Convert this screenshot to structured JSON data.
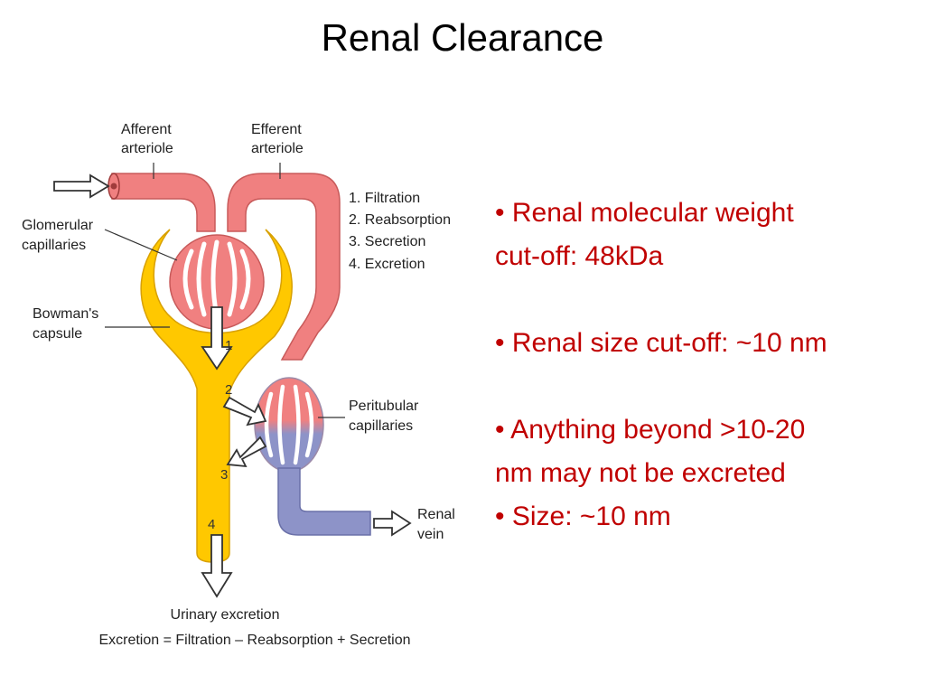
{
  "slide": {
    "title": "Renal Clearance"
  },
  "diagram": {
    "labels": {
      "afferent_1": "Afferent",
      "afferent_2": "arteriole",
      "efferent_1": "Efferent",
      "efferent_2": "arteriole",
      "glomerular_1": "Glomerular",
      "glomerular_2": "capillaries",
      "bowman_1": "Bowman's",
      "bowman_2": "capsule",
      "peritubular_1": "Peritubular",
      "peritubular_2": "capillaries",
      "renal_vein_1": "Renal",
      "renal_vein_2": "vein",
      "urinary": "Urinary excretion",
      "equation": "Excretion = Filtration – Reabsorption + Secretion"
    },
    "steps": [
      "1. Filtration",
      "2. Reabsorption",
      "3. Secretion",
      "4. Excretion"
    ],
    "step_numbers": [
      "1",
      "2",
      "3",
      "4"
    ],
    "colors": {
      "arterial": "#f08080",
      "venous": "#8d93c8",
      "capsule": "#ffc800",
      "outline": "#c85a5a"
    }
  },
  "bullets": {
    "b1_line1": "• Renal molecular weight",
    "b1_line2": "cut-off: 48kDa",
    "b2": "• Renal size cut-off: ~10 nm",
    "b3_line1": "• Anything beyond >10-20",
    "b3_line2": "nm may not be excreted",
    "b4": "• Size: ~10 nm"
  }
}
